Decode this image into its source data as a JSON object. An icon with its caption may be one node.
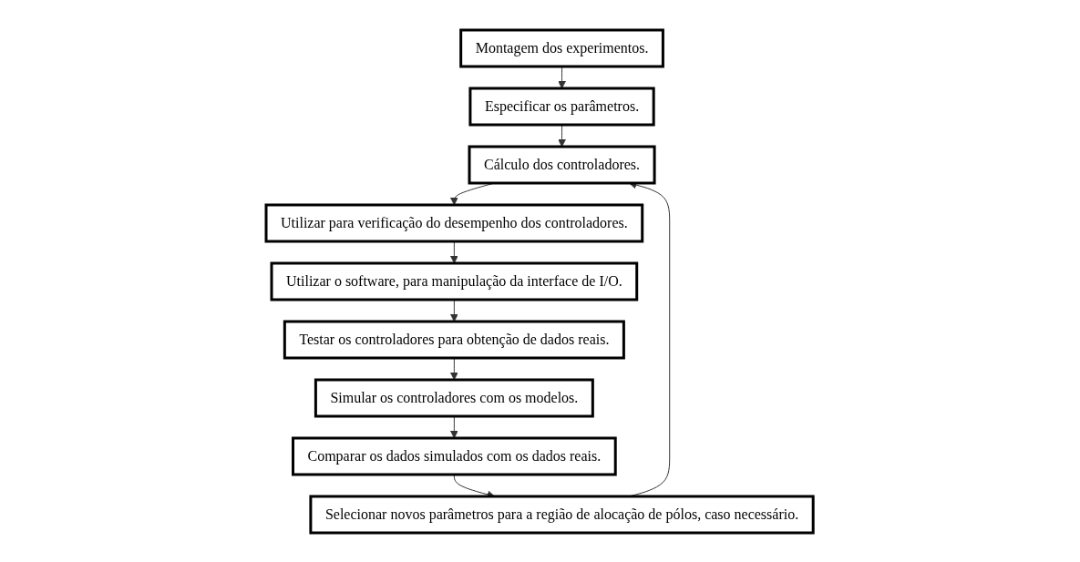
{
  "diagram": {
    "nodes": [
      {
        "text": [
          "Montagem dos experimentos."
        ]
      },
      {
        "text": [
          "Especificar os parâmetros."
        ]
      },
      {
        "text": [
          "Cálculo dos controladores."
        ]
      },
      {
        "text": [
          "Utilizar para verificação do desempenho dos controladores."
        ]
      },
      {
        "text": [
          "Utilizar o software, para manipulação da interface de I/O."
        ]
      },
      {
        "text": [
          "Testar os controladores para obtenção de dados reais."
        ]
      },
      {
        "text": [
          "Simular os controladores com os modelos."
        ]
      },
      {
        "text": [
          "Comparar os dados simulados com os dados reais."
        ]
      },
      {
        "text": [
          "Selecionar novos parâmetros para a região de alocação de pólos, caso necessário."
        ]
      }
    ],
    "edges": [
      {
        "from": 0,
        "to": 1,
        "arrow": "to"
      },
      {
        "from": 1,
        "to": 2,
        "arrow": "to"
      },
      {
        "from": 2,
        "to": 3,
        "arrow": "to"
      },
      {
        "from": 3,
        "to": 4,
        "arrow": "to"
      },
      {
        "from": 4,
        "to": 5,
        "arrow": "to"
      },
      {
        "from": 5,
        "to": 6,
        "arrow": "to"
      },
      {
        "from": 6,
        "to": 7,
        "arrow": "to"
      },
      {
        "from": 7,
        "to": 8,
        "arrow": "to"
      },
      {
        "from": 8,
        "to": 2,
        "arrow": "to"
      }
    ]
  }
}
